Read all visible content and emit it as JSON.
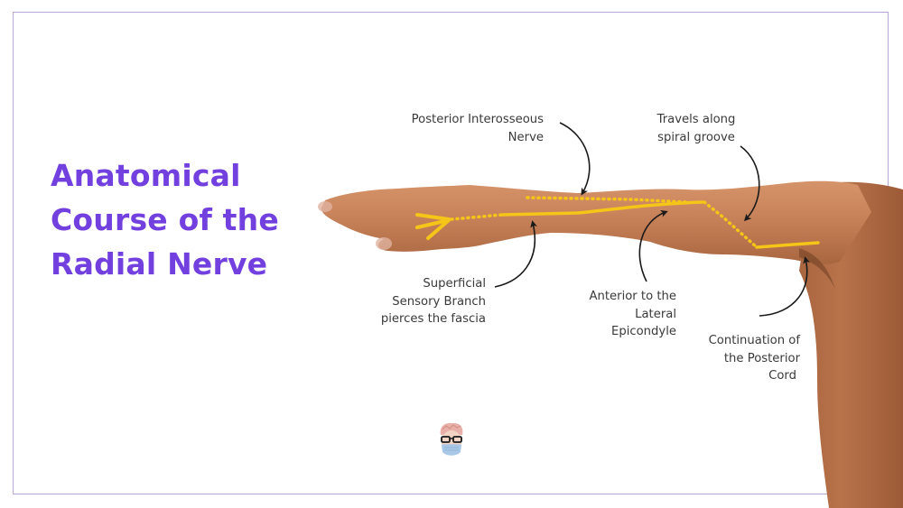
{
  "title": {
    "lines": [
      "Anatomical",
      "Course of the",
      "Radial Nerve"
    ],
    "color": "#7340e0"
  },
  "labels": {
    "posterior_interosseous": [
      "Posterior Interosseous",
      "Nerve"
    ],
    "spiral_groove": [
      "Travels along",
      "spiral groove"
    ],
    "superficial_sensory": [
      "Superficial",
      "Sensory Branch",
      "pierces the fascia"
    ],
    "lateral_epicondyle": [
      "Anterior to the",
      "Lateral",
      "Epicondyle"
    ],
    "posterior_cord": [
      "Continuation of",
      "the Posterior",
      "Cord"
    ]
  },
  "colors": {
    "frame": "#b9a6d6",
    "nerve": "#f5c518",
    "skin": "#c8825a",
    "skin_dark": "#a9653f",
    "arrow": "#1a1a1a",
    "text": "#3a3a3a"
  },
  "icons": {
    "logo": "doctor-avatar-with-mask-icon"
  }
}
